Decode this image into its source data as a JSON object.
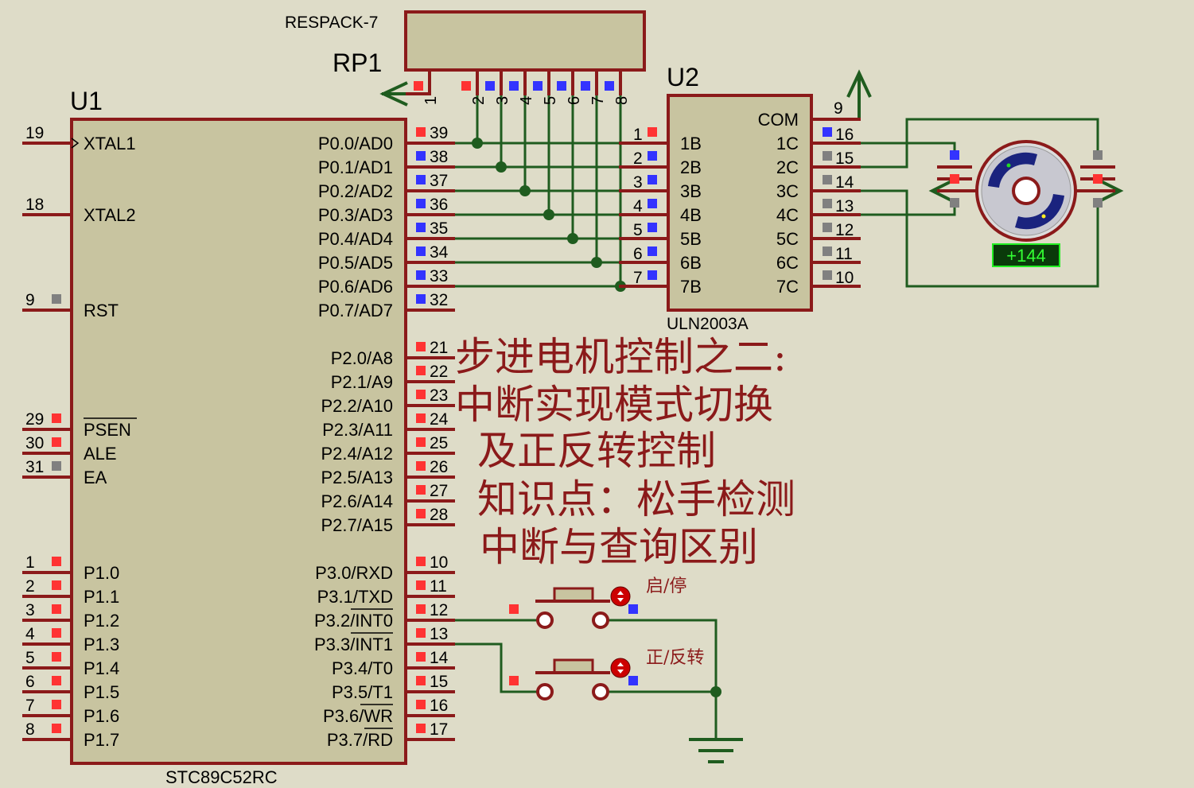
{
  "u1": {
    "ref": "U1",
    "part": "STC89C52RC",
    "left_pins": [
      {
        "num": "19",
        "label": "XTAL1",
        "sq": "none",
        "clock": true
      },
      {
        "num": "18",
        "label": "XTAL2",
        "sq": "none"
      },
      {
        "num": "9",
        "label": "RST",
        "sq": "grey"
      },
      {
        "num": "29",
        "label": "PSEN",
        "sq": "red",
        "overbar": true
      },
      {
        "num": "30",
        "label": "ALE",
        "sq": "red"
      },
      {
        "num": "31",
        "label": "EA",
        "sq": "grey"
      },
      {
        "num": "1",
        "label": "P1.0",
        "sq": "red"
      },
      {
        "num": "2",
        "label": "P1.1",
        "sq": "red"
      },
      {
        "num": "3",
        "label": "P1.2",
        "sq": "red"
      },
      {
        "num": "4",
        "label": "P1.3",
        "sq": "red"
      },
      {
        "num": "5",
        "label": "P1.4",
        "sq": "red"
      },
      {
        "num": "6",
        "label": "P1.5",
        "sq": "red"
      },
      {
        "num": "7",
        "label": "P1.6",
        "sq": "red"
      },
      {
        "num": "8",
        "label": "P1.7",
        "sq": "red"
      }
    ],
    "right_pins": [
      {
        "num": "39",
        "label": "P0.0/AD0",
        "sq": "red"
      },
      {
        "num": "38",
        "label": "P0.1/AD1",
        "sq": "blue"
      },
      {
        "num": "37",
        "label": "P0.2/AD2",
        "sq": "blue"
      },
      {
        "num": "36",
        "label": "P0.3/AD3",
        "sq": "blue"
      },
      {
        "num": "35",
        "label": "P0.4/AD4",
        "sq": "blue"
      },
      {
        "num": "34",
        "label": "P0.5/AD5",
        "sq": "blue"
      },
      {
        "num": "33",
        "label": "P0.6/AD6",
        "sq": "blue"
      },
      {
        "num": "32",
        "label": "P0.7/AD7",
        "sq": "blue"
      },
      {
        "num": "21",
        "label": "P2.0/A8",
        "sq": "red"
      },
      {
        "num": "22",
        "label": "P2.1/A9",
        "sq": "red"
      },
      {
        "num": "23",
        "label": "P2.2/A10",
        "sq": "red"
      },
      {
        "num": "24",
        "label": "P2.3/A11",
        "sq": "red"
      },
      {
        "num": "25",
        "label": "P2.4/A12",
        "sq": "red"
      },
      {
        "num": "26",
        "label": "P2.5/A13",
        "sq": "red"
      },
      {
        "num": "27",
        "label": "P2.6/A14",
        "sq": "red"
      },
      {
        "num": "28",
        "label": "P2.7/A15",
        "sq": "red"
      },
      {
        "num": "10",
        "label": "P3.0/RXD",
        "sq": "red"
      },
      {
        "num": "11",
        "label": "P3.1/TXD",
        "sq": "red"
      },
      {
        "num": "12",
        "label": "P3.2/INT0",
        "sq": "red",
        "overbar_part": "INT0"
      },
      {
        "num": "13",
        "label": "P3.3/INT1",
        "sq": "red",
        "overbar_part": "INT1"
      },
      {
        "num": "14",
        "label": "P3.4/T0",
        "sq": "red"
      },
      {
        "num": "15",
        "label": "P3.5/T1",
        "sq": "red"
      },
      {
        "num": "16",
        "label": "P3.6/WR",
        "sq": "red",
        "overbar_part": "WR"
      },
      {
        "num": "17",
        "label": "P3.7/RD",
        "sq": "red",
        "overbar_part": "RD"
      }
    ]
  },
  "rp1": {
    "ref": "RP1",
    "part": "RESPACK-7",
    "pins": [
      {
        "num": "1",
        "sq": "red"
      },
      {
        "num": "2",
        "sq": "red"
      },
      {
        "num": "3",
        "sq": "blue"
      },
      {
        "num": "4",
        "sq": "blue"
      },
      {
        "num": "5",
        "sq": "blue"
      },
      {
        "num": "6",
        "sq": "blue"
      },
      {
        "num": "7",
        "sq": "blue"
      },
      {
        "num": "8",
        "sq": "blue"
      }
    ]
  },
  "u2": {
    "ref": "U2",
    "part": "ULN2003A",
    "com_label": "COM",
    "com_pin": "9",
    "left_pins": [
      {
        "num": "1",
        "label": "1B",
        "sq": "red"
      },
      {
        "num": "2",
        "label": "2B",
        "sq": "blue"
      },
      {
        "num": "3",
        "label": "3B",
        "sq": "blue"
      },
      {
        "num": "4",
        "label": "4B",
        "sq": "blue"
      },
      {
        "num": "5",
        "label": "5B",
        "sq": "blue"
      },
      {
        "num": "6",
        "label": "6B",
        "sq": "blue"
      },
      {
        "num": "7",
        "label": "7B",
        "sq": "blue"
      }
    ],
    "right_pins": [
      {
        "num": "16",
        "label": "1C",
        "sq": "blue"
      },
      {
        "num": "15",
        "label": "2C",
        "sq": "grey"
      },
      {
        "num": "14",
        "label": "3C",
        "sq": "grey"
      },
      {
        "num": "13",
        "label": "4C",
        "sq": "grey"
      },
      {
        "num": "12",
        "label": "5C",
        "sq": "grey"
      },
      {
        "num": "11",
        "label": "6C",
        "sq": "grey"
      },
      {
        "num": "10",
        "label": "7C",
        "sq": "grey"
      }
    ]
  },
  "motor": {
    "readout": "+144"
  },
  "buttons": [
    {
      "label": "启/停"
    },
    {
      "label": "正/反转"
    }
  ],
  "annotation": [
    "步进电机控制之二:",
    "中断实现模式切换",
    "及正反转控制",
    "知识点：松手检测",
    "中断与查询区别"
  ],
  "colors": {
    "background": "#dedcc8",
    "component_border": "#8b1a1a",
    "component_fill": "#c8c4a0",
    "wire": "#1f5c1f",
    "pin_red": "#ff3333",
    "pin_blue": "#3333ff",
    "pin_grey": "#808080",
    "annotation": "#8b1a1a"
  }
}
